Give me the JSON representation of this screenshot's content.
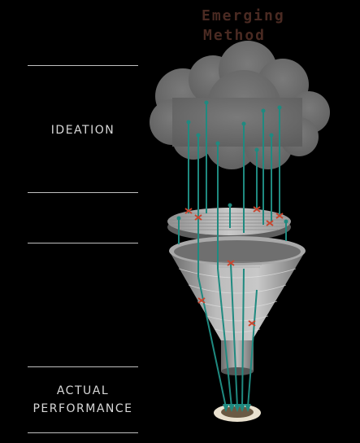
{
  "title": {
    "line1": "Emerging",
    "line2": "Method"
  },
  "stages": [
    {
      "label": "IDEATION"
    },
    {
      "label": "ACTUAL"
    },
    {
      "label": "PERFORMANCE"
    }
  ],
  "colors": {
    "background": "#000000",
    "title": "#4a2a22",
    "cloud": "#6e6e6e",
    "filter": "#b9b9b9",
    "line": "#1f8a80",
    "marker": "#c8452e",
    "label": "#d8d8d8",
    "divider": "#bfbfbf"
  }
}
